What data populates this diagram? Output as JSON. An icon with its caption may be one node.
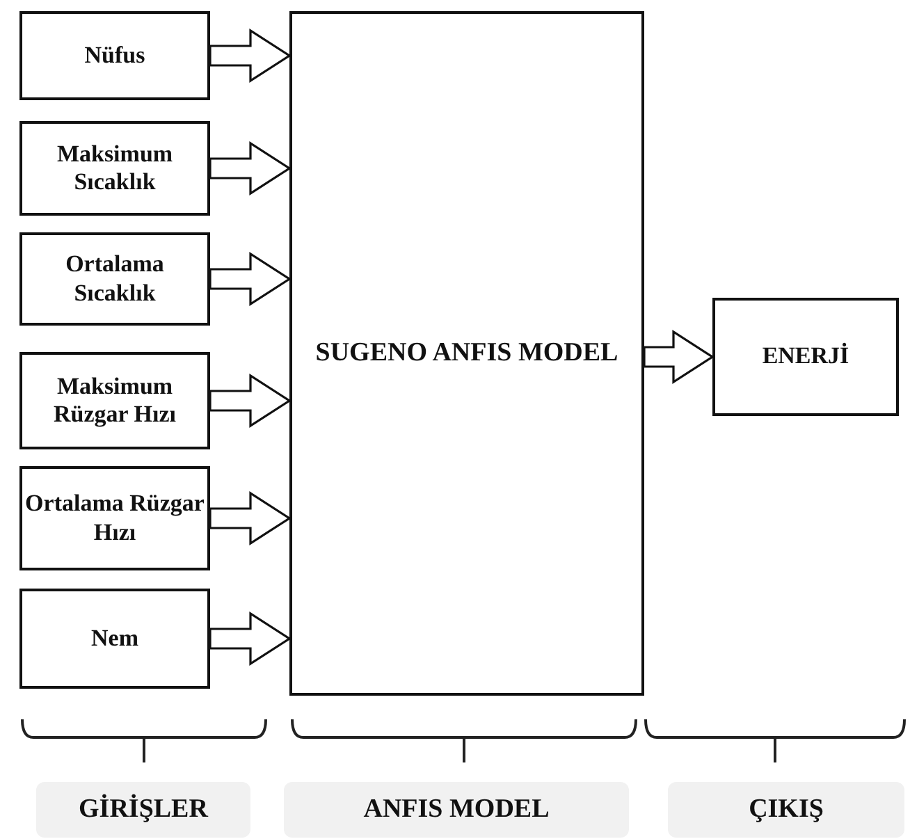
{
  "diagram": {
    "nodes": [
      {
        "text": [
          "Nüfus"
        ]
      },
      {
        "text": [
          "Maksimum Sıcaklık"
        ]
      },
      {
        "text": [
          "Ortalama Sıcaklık"
        ]
      },
      {
        "text": [
          "Maksimum Rüzgar Hızı"
        ]
      },
      {
        "text": [
          "Ortalama Rüzgar Hızı"
        ]
      },
      {
        "text": [
          "Nem"
        ]
      },
      {
        "text": [
          "SUGENO ANFIS MODEL"
        ]
      },
      {
        "text": [
          "ENERJİ"
        ]
      },
      {
        "text": [
          "GİRİŞLER"
        ]
      },
      {
        "text": [
          "ANFIS MODEL"
        ]
      },
      {
        "text": [
          "ÇIKIŞ"
        ]
      }
    ],
    "edges": [
      {
        "from": 0,
        "to": 6,
        "arrow": "to"
      },
      {
        "from": 1,
        "to": 6,
        "arrow": "to"
      },
      {
        "from": 2,
        "to": 6,
        "arrow": "to"
      },
      {
        "from": 3,
        "to": 6,
        "arrow": "to"
      },
      {
        "from": 4,
        "to": 6,
        "arrow": "to"
      },
      {
        "from": 5,
        "to": 6,
        "arrow": "to"
      },
      {
        "from": 6,
        "to": 7,
        "arrow": "to"
      }
    ]
  }
}
